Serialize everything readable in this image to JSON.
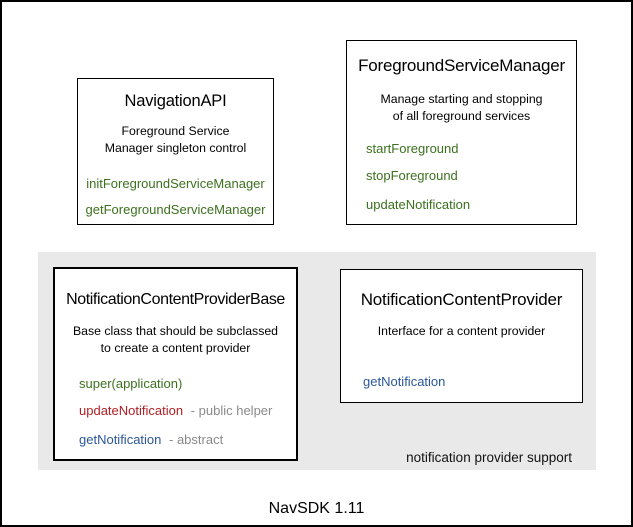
{
  "colors": {
    "green": "#3c701e",
    "red": "#b01f24",
    "blue": "#2a5799",
    "gray": "#8a8a8a",
    "region_bg": "#e9e9e9",
    "text": "#000000"
  },
  "diagram": {
    "caption": "NavSDK 1.11",
    "region": {
      "label": "notification provider support"
    },
    "boxes": {
      "navigation_api": {
        "title": "NavigationAPI",
        "description": [
          "Foreground Service",
          "Manager singleton control"
        ],
        "methods": [
          {
            "name": "initForegroundServiceManager",
            "color": "green",
            "suffix": ""
          },
          {
            "name": "getForegroundServiceManager",
            "color": "green",
            "suffix": ""
          }
        ]
      },
      "foreground_service_manager": {
        "title": "ForegroundServiceManager",
        "description": [
          "Manage starting and stopping",
          "of all foreground services"
        ],
        "methods": [
          {
            "name": "startForeground",
            "color": "green",
            "suffix": ""
          },
          {
            "name": "stopForeground",
            "color": "green",
            "suffix": ""
          },
          {
            "name": "updateNotification",
            "color": "green",
            "suffix": ""
          }
        ]
      },
      "notification_content_provider_base": {
        "title": "NotificationContentProviderBase",
        "description": [
          "Base class that should be subclassed",
          "to create a content provider"
        ],
        "methods": [
          {
            "name": "super(application)",
            "color": "green",
            "suffix": ""
          },
          {
            "name": "updateNotification",
            "color": "red",
            "suffix": "- public helper"
          },
          {
            "name": "getNotification",
            "color": "blue",
            "suffix": "- abstract"
          }
        ]
      },
      "notification_content_provider": {
        "title": "NotificationContentProvider",
        "description": [
          "Interface for a content provider"
        ],
        "methods": [
          {
            "name": "getNotification",
            "color": "blue",
            "suffix": ""
          }
        ]
      }
    }
  }
}
